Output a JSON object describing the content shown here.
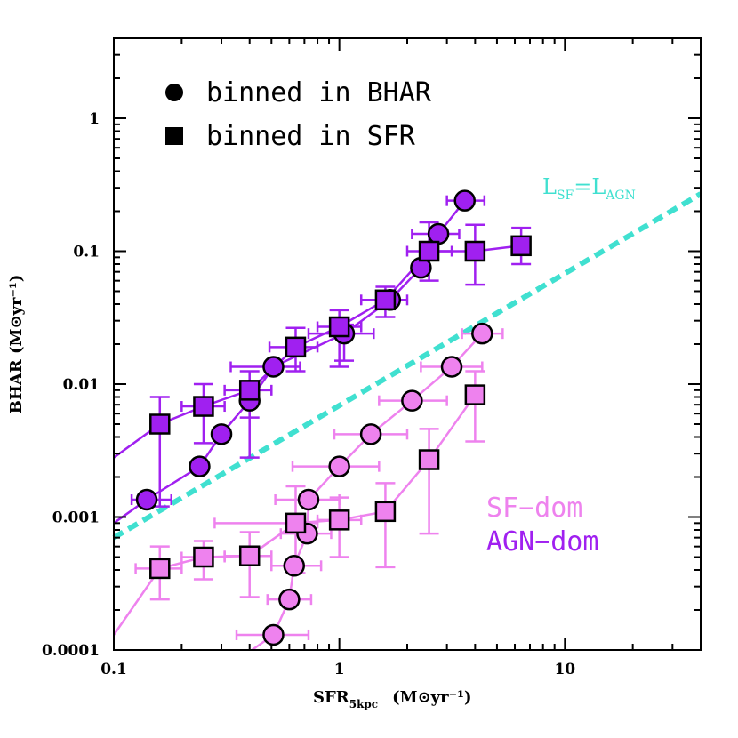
{
  "chart_data": {
    "type": "scatter",
    "xscale": "log",
    "yscale": "log",
    "xlim": [
      0.1,
      40
    ],
    "ylim": [
      0.0001,
      4
    ],
    "xticks": [
      {
        "value": 0.1,
        "label": "0.1"
      },
      {
        "value": 1,
        "label": "1"
      },
      {
        "value": 10,
        "label": "10"
      }
    ],
    "yticks": [
      {
        "value": 0.0001,
        "label": "0.0001"
      },
      {
        "value": 0.001,
        "label": "0.001"
      },
      {
        "value": 0.01,
        "label": "0.01"
      },
      {
        "value": 0.1,
        "label": "0.1"
      },
      {
        "value": 1,
        "label": "1"
      }
    ],
    "xlabel": {
      "main": "SFR",
      "sub": "5kpc",
      "units": "(M⊙yr⁻¹)"
    },
    "ylabel": "BHAR (M⊙yr⁻¹)",
    "legend": {
      "position": "top-left",
      "items": [
        {
          "marker": "circle",
          "label": "binned in BHAR"
        },
        {
          "marker": "square",
          "label": "binned in SFR"
        }
      ]
    },
    "colors": {
      "sf_dom": "#ee82ee",
      "agn_dom": "#a020f0",
      "reference": "#40e0d0"
    },
    "series_labels": [
      {
        "text": "SF−dom",
        "color_key": "sf_dom"
      },
      {
        "text": "AGN−dom",
        "color_key": "agn_dom"
      }
    ],
    "reference_line": {
      "label_main": "L",
      "label_sub1": "SF",
      "label_eq": "=",
      "label_main2": "L",
      "label_sub2": "AGN",
      "style": "dashed",
      "points": [
        [
          0.1,
          0.0007
        ],
        [
          40,
          0.27
        ]
      ]
    },
    "series": [
      {
        "group": "AGN-dom",
        "marker": "circle",
        "color_key": "agn_dom",
        "fit_line": [
          [
            0.1,
            0.0009
          ],
          [
            0.14,
            0.00135
          ],
          [
            0.24,
            0.0024
          ],
          [
            0.3,
            0.0042
          ],
          [
            0.4,
            0.0075
          ],
          [
            0.51,
            0.0135
          ],
          [
            1.05,
            0.024
          ],
          [
            1.68,
            0.043
          ],
          [
            2.3,
            0.075
          ],
          [
            2.75,
            0.135
          ],
          [
            3.6,
            0.24
          ]
        ],
        "points": [
          {
            "x": 0.14,
            "y": 0.00135,
            "xerr": [
              0.12,
              0.18
            ],
            "yerr": null
          },
          {
            "x": 0.24,
            "y": 0.0024,
            "xerr": null,
            "yerr": null
          },
          {
            "x": 0.3,
            "y": 0.0042,
            "xerr": null,
            "yerr": null
          },
          {
            "x": 0.4,
            "y": 0.0075,
            "xerr": null,
            "yerr": [
              0.0028,
              0.0095
            ]
          },
          {
            "x": 0.51,
            "y": 0.0135,
            "xerr": [
              0.33,
              0.67
            ],
            "yerr": null
          },
          {
            "x": 1.05,
            "y": 0.024,
            "xerr": [
              0.73,
              1.42
            ],
            "yerr": [
              0.015,
              0.028
            ]
          },
          {
            "x": 1.68,
            "y": 0.043,
            "xerr": null,
            "yerr": null
          },
          {
            "x": 2.3,
            "y": 0.075,
            "xerr": null,
            "yerr": null
          },
          {
            "x": 2.75,
            "y": 0.135,
            "xerr": [
              2.1,
              3.4
            ],
            "yerr": null
          },
          {
            "x": 3.6,
            "y": 0.24,
            "xerr": [
              3.0,
              4.4
            ],
            "yerr": null
          }
        ]
      },
      {
        "group": "AGN-dom",
        "marker": "square",
        "color_key": "agn_dom",
        "fit_line": [
          [
            0.1,
            0.0028
          ],
          [
            0.16,
            0.005
          ],
          [
            0.25,
            0.0068
          ],
          [
            0.4,
            0.009
          ],
          [
            0.64,
            0.019
          ],
          [
            1.0,
            0.027
          ],
          [
            1.6,
            0.043
          ],
          [
            2.5,
            0.1
          ],
          [
            4.0,
            0.1
          ],
          [
            6.4,
            0.11
          ]
        ],
        "points": [
          {
            "x": 0.16,
            "y": 0.005,
            "xerr": null,
            "yerr": [
              0.0012,
              0.008
            ]
          },
          {
            "x": 0.25,
            "y": 0.0068,
            "xerr": [
              0.2,
              0.31
            ],
            "yerr": [
              0.0036,
              0.01
            ]
          },
          {
            "x": 0.4,
            "y": 0.009,
            "xerr": [
              0.31,
              0.5
            ],
            "yerr": [
              0.0056,
              0.0125
            ]
          },
          {
            "x": 0.64,
            "y": 0.019,
            "xerr": [
              0.49,
              0.8
            ],
            "yerr": [
              0.0125,
              0.0265
            ]
          },
          {
            "x": 1.0,
            "y": 0.027,
            "xerr": [
              0.8,
              1.25
            ],
            "yerr": [
              0.0135,
              0.036
            ]
          },
          {
            "x": 1.6,
            "y": 0.043,
            "xerr": [
              1.25,
              2.0
            ],
            "yerr": [
              0.032,
              0.054
            ]
          },
          {
            "x": 2.5,
            "y": 0.1,
            "xerr": [
              2.0,
              3.15
            ],
            "yerr": [
              0.06,
              0.165
            ]
          },
          {
            "x": 4.0,
            "y": 0.1,
            "xerr": null,
            "yerr": [
              0.056,
              0.158
            ]
          },
          {
            "x": 6.4,
            "y": 0.11,
            "xerr": null,
            "yerr": [
              0.08,
              0.15
            ]
          }
        ]
      },
      {
        "group": "SF-dom",
        "marker": "circle",
        "color_key": "sf_dom",
        "fit_line": [
          [
            0.41,
            0.0001
          ],
          [
            0.51,
            0.00013
          ],
          [
            0.6,
            0.00024
          ],
          [
            0.63,
            0.00043
          ],
          [
            0.72,
            0.00075
          ],
          [
            0.73,
            0.00135
          ],
          [
            1.0,
            0.0024
          ],
          [
            1.38,
            0.0042
          ],
          [
            2.1,
            0.0075
          ],
          [
            3.15,
            0.0135
          ],
          [
            4.3,
            0.024
          ]
        ],
        "points": [
          {
            "x": 0.51,
            "y": 0.00013,
            "xerr": [
              0.35,
              0.73
            ],
            "yerr": null
          },
          {
            "x": 0.6,
            "y": 0.00024,
            "xerr": [
              0.48,
              0.75
            ],
            "yerr": null
          },
          {
            "x": 0.63,
            "y": 0.00043,
            "xerr": [
              0.5,
              0.83
            ],
            "yerr": null
          },
          {
            "x": 0.72,
            "y": 0.00075,
            "xerr": [
              0.55,
              0.92
            ],
            "yerr": null
          },
          {
            "x": 0.73,
            "y": 0.00135,
            "xerr": [
              0.52,
              1.0
            ],
            "yerr": null
          },
          {
            "x": 1.0,
            "y": 0.0024,
            "xerr": [
              0.62,
              1.5
            ],
            "yerr": null
          },
          {
            "x": 1.38,
            "y": 0.0042,
            "xerr": [
              0.95,
              2.0
            ],
            "yerr": null
          },
          {
            "x": 2.1,
            "y": 0.0075,
            "xerr": [
              1.5,
              3.0
            ],
            "yerr": null
          },
          {
            "x": 3.15,
            "y": 0.0135,
            "xerr": [
              2.3,
              4.3
            ],
            "yerr": null
          },
          {
            "x": 4.3,
            "y": 0.024,
            "xerr": [
              3.5,
              5.3
            ],
            "yerr": null
          }
        ]
      },
      {
        "group": "SF-dom",
        "marker": "square",
        "color_key": "sf_dom",
        "fit_line": [
          [
            0.1,
            0.00013
          ],
          [
            0.16,
            0.00041
          ],
          [
            0.25,
            0.0005
          ],
          [
            0.4,
            0.00051
          ],
          [
            0.64,
            0.0009
          ],
          [
            1.0,
            0.00095
          ],
          [
            1.6,
            0.0011
          ],
          [
            2.5,
            0.0027
          ],
          [
            4.0,
            0.0083
          ]
        ],
        "points": [
          {
            "x": 0.16,
            "y": 0.00041,
            "xerr": [
              0.125,
              0.2
            ],
            "yerr": [
              0.00024,
              0.0006
            ]
          },
          {
            "x": 0.25,
            "y": 0.0005,
            "xerr": [
              0.2,
              0.31
            ],
            "yerr": [
              0.00034,
              0.00066
            ]
          },
          {
            "x": 0.4,
            "y": 0.00051,
            "xerr": [
              0.31,
              0.5
            ],
            "yerr": [
              0.00025,
              0.00077
            ]
          },
          {
            "x": 0.64,
            "y": 0.0009,
            "xerr": [
              0.28,
              0.8
            ],
            "yerr": [
              0.00038,
              0.0017
            ]
          },
          {
            "x": 1.0,
            "y": 0.00095,
            "xerr": [
              0.8,
              1.25
            ],
            "yerr": [
              0.0005,
              0.0014
            ]
          },
          {
            "x": 1.6,
            "y": 0.0011,
            "xerr": null,
            "yerr": [
              0.00042,
              0.0018
            ]
          },
          {
            "x": 2.5,
            "y": 0.0027,
            "xerr": null,
            "yerr": [
              0.00075,
              0.0046
            ]
          },
          {
            "x": 4.0,
            "y": 0.0083,
            "xerr": null,
            "yerr": [
              0.0037,
              0.0125
            ]
          }
        ]
      }
    ]
  }
}
